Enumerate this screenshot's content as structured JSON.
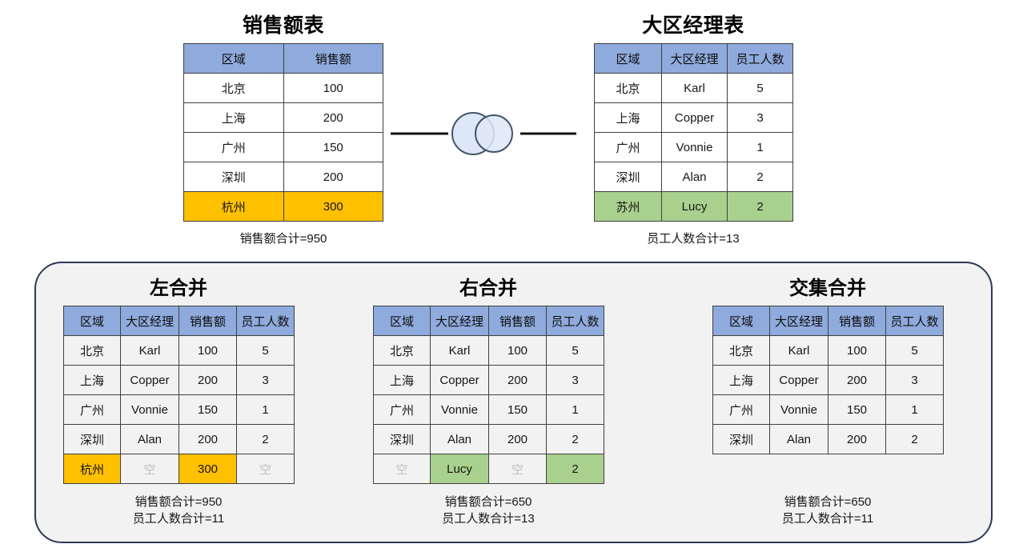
{
  "diagram": {
    "kind": "table-join-illustration",
    "connector_icon": "venn-two-circles-icon",
    "panel_label": "merge-results-panel"
  },
  "sales_table": {
    "title": "销售额表",
    "headers": [
      "区域",
      "销售额"
    ],
    "rows": [
      {
        "region": "北京",
        "sales": "100",
        "highlight": "none"
      },
      {
        "region": "上海",
        "sales": "200",
        "highlight": "none"
      },
      {
        "region": "广州",
        "sales": "150",
        "highlight": "none"
      },
      {
        "region": "深圳",
        "sales": "200",
        "highlight": "none"
      },
      {
        "region": "杭州",
        "sales": "300",
        "highlight": "orange"
      }
    ],
    "footer": "销售额合计=950"
  },
  "manager_table": {
    "title": "大区经理表",
    "headers": [
      "区域",
      "大区经理",
      "员工人数"
    ],
    "rows": [
      {
        "region": "北京",
        "manager": "Karl",
        "staff": "5",
        "highlight": "none"
      },
      {
        "region": "上海",
        "manager": "Copper",
        "staff": "3",
        "highlight": "none"
      },
      {
        "region": "广州",
        "manager": "Vonnie",
        "staff": "1",
        "highlight": "none"
      },
      {
        "region": "深圳",
        "manager": "Alan",
        "staff": "2",
        "highlight": "none"
      },
      {
        "region": "苏州",
        "manager": "Lucy",
        "staff": "2",
        "highlight": "green"
      }
    ],
    "footer": "员工人数合计=13"
  },
  "left_join": {
    "title": "左合并",
    "headers": [
      "区域",
      "大区经理",
      "销售额",
      "员工人数"
    ],
    "rows": [
      {
        "region": "北京",
        "manager": "Karl",
        "sales": "100",
        "staff": "5"
      },
      {
        "region": "上海",
        "manager": "Copper",
        "sales": "200",
        "staff": "3"
      },
      {
        "region": "广州",
        "manager": "Vonnie",
        "sales": "150",
        "staff": "1"
      },
      {
        "region": "深圳",
        "manager": "Alan",
        "sales": "200",
        "staff": "2"
      },
      {
        "region": "杭州",
        "manager": "空",
        "sales": "300",
        "staff": "空"
      }
    ],
    "footer_line1": "销售额合计=950",
    "footer_line2": "员工人数合计=11",
    "footer_line1_color": "normal",
    "footer_line2_color": "red"
  },
  "right_join": {
    "title": "右合并",
    "headers": [
      "区域",
      "大区经理",
      "销售额",
      "员工人数"
    ],
    "rows": [
      {
        "region": "北京",
        "manager": "Karl",
        "sales": "100",
        "staff": "5"
      },
      {
        "region": "上海",
        "manager": "Copper",
        "sales": "200",
        "staff": "3"
      },
      {
        "region": "广州",
        "manager": "Vonnie",
        "sales": "150",
        "staff": "1"
      },
      {
        "region": "深圳",
        "manager": "Alan",
        "sales": "200",
        "staff": "2"
      },
      {
        "region": "空",
        "manager": "Lucy",
        "sales": "空",
        "staff": "2"
      }
    ],
    "footer_line1": "销售额合计=650",
    "footer_line2": "员工人数合计=13",
    "footer_line1_color": "red",
    "footer_line2_color": "normal"
  },
  "inner_join": {
    "title": "交集合并",
    "headers": [
      "区域",
      "大区经理",
      "销售额",
      "员工人数"
    ],
    "rows": [
      {
        "region": "北京",
        "manager": "Karl",
        "sales": "100",
        "staff": "5"
      },
      {
        "region": "上海",
        "manager": "Copper",
        "sales": "200",
        "staff": "3"
      },
      {
        "region": "广州",
        "manager": "Vonnie",
        "sales": "150",
        "staff": "1"
      },
      {
        "region": "深圳",
        "manager": "Alan",
        "sales": "200",
        "staff": "2"
      }
    ],
    "footer_line1": "销售额合计=650",
    "footer_line2": "员工人数合计=11",
    "footer_line1_color": "red",
    "footer_line2_color": "red"
  },
  "colors": {
    "header_blue": "#8FAADC",
    "highlight_orange": "#FFC000",
    "highlight_green": "#A9D18E",
    "panel_fill": "#F2F2F2",
    "panel_border": "#2B3A55",
    "red_text": "#C00000",
    "empty_text": "#BFBFBF",
    "venn_fill": "#DEE7F7",
    "venn_stroke": "#44546A",
    "grid_line": "#404040"
  }
}
